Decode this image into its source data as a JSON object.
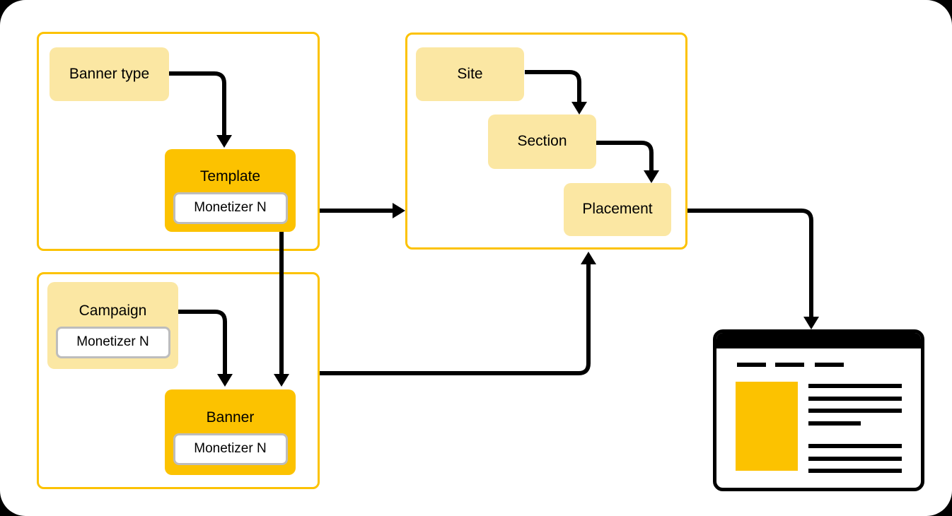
{
  "palette": {
    "accent_yellow": "#FCC200",
    "light_yellow": "#FBE7A3",
    "tag_border_gray": "#BDBDBD",
    "line_black": "#000000",
    "canvas_white": "#FFFFFF"
  },
  "nodes": {
    "banner_type": {
      "label": "Banner type"
    },
    "template": {
      "label": "Template",
      "tag": "Monetizer N"
    },
    "campaign": {
      "label": "Campaign",
      "tag": "Monetizer N"
    },
    "banner": {
      "label": "Banner",
      "tag": "Monetizer N"
    },
    "site": {
      "label": "Site"
    },
    "section": {
      "label": "Section"
    },
    "placement": {
      "label": "Placement"
    }
  },
  "groups": {
    "template_group": {
      "nodes": [
        "banner_type",
        "template"
      ]
    },
    "banner_group": {
      "nodes": [
        "campaign",
        "banner"
      ]
    },
    "site_group": {
      "nodes": [
        "site",
        "section",
        "placement"
      ]
    }
  },
  "connections": [
    {
      "from": "banner_type",
      "to": "template"
    },
    {
      "from": "template",
      "to": "banner"
    },
    {
      "from": "campaign",
      "to": "banner"
    },
    {
      "from": "template_group",
      "to": "site_group"
    },
    {
      "from": "banner_group",
      "to": "site_group"
    },
    {
      "from": "site",
      "to": "section"
    },
    {
      "from": "section",
      "to": "placement"
    },
    {
      "from": "site_group",
      "to": "webpage_preview"
    }
  ],
  "webpage_preview": {
    "ad_slot_color": "#FCC200"
  }
}
